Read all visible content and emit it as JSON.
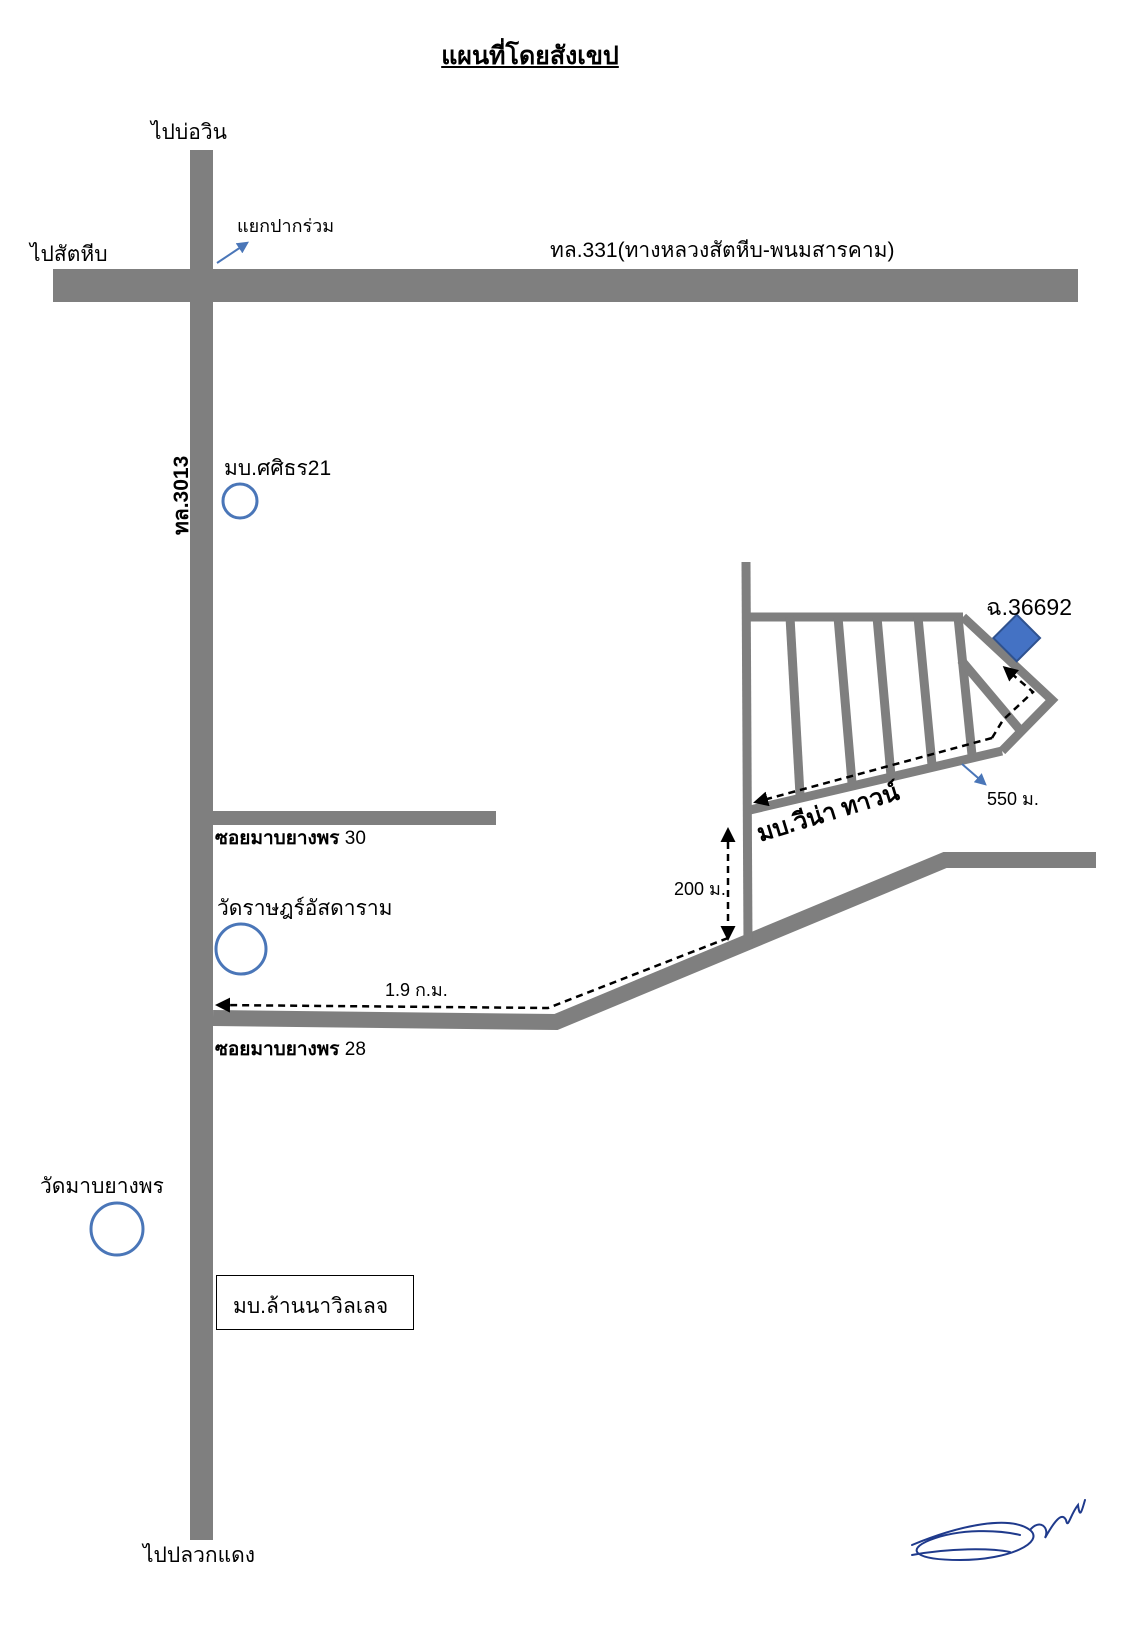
{
  "title": "แผนที่โดยสังเขป",
  "colors": {
    "road": "#7f7f7f",
    "landmark": "#4a76b8",
    "plot_fill": "#4472c4",
    "plot_stroke": "#2f528f",
    "route_line": "#000000",
    "pointer": "#4a76b8"
  },
  "directions": {
    "north": "ไปบ่อวิน",
    "west": "ไปสัตหีบ",
    "south": "ไปปลวกแดง"
  },
  "roads": {
    "highway_331": "ทล.331(ทางหลวงสัตหีบ-พนมสารคาม)",
    "highway_3013": "ทล.3013",
    "junction": "แยกปากร่วม",
    "soi_30": {
      "prefix": "ซอยมาบยางพร",
      "number": " 30"
    },
    "soi_28": {
      "prefix": "ซอยมาบยางพร",
      "number": " 28"
    }
  },
  "landmarks": {
    "village_sasithorn": "มบ.ศศิธร21",
    "wat_rat": "วัดราษฎร์อัสดาราม",
    "wat_map": "วัดมาบยางพร",
    "village_lanna": "มบ.ล้านนาวิลเลจ",
    "village_vina": "มบ.วีน่า ทาวน์"
  },
  "distances": {
    "d1": "1.9 ก.ม.",
    "d2": "200 ม.",
    "d3": "550 ม."
  },
  "plot": {
    "label": "ฉ.36692",
    "icon": "plot-marker-diamond"
  },
  "signature": {
    "icon": "handwritten-signature"
  }
}
